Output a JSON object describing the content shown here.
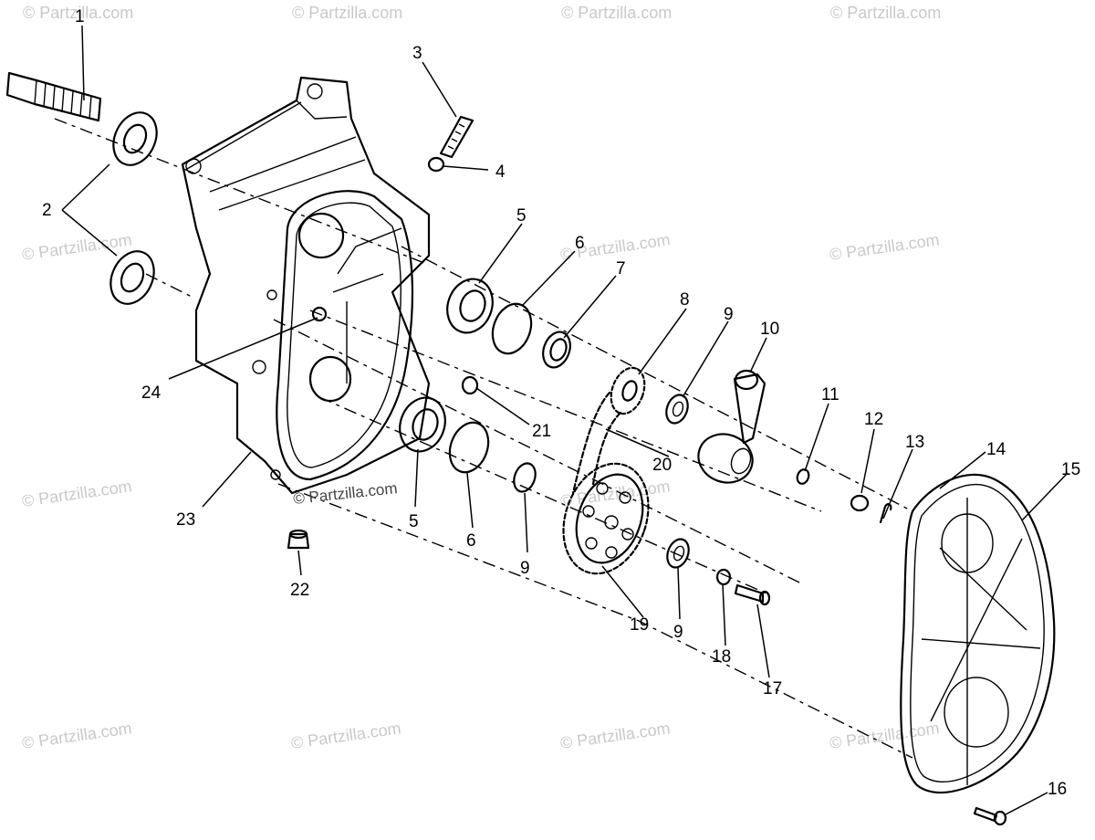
{
  "watermark": "© Partzilla.com",
  "callouts": [
    {
      "id": "c1",
      "text": "1"
    },
    {
      "id": "c2",
      "text": "2"
    },
    {
      "id": "c3",
      "text": "3"
    },
    {
      "id": "c4",
      "text": "4"
    },
    {
      "id": "c5a",
      "text": "5"
    },
    {
      "id": "c5b",
      "text": "5"
    },
    {
      "id": "c6a",
      "text": "6"
    },
    {
      "id": "c6b",
      "text": "6"
    },
    {
      "id": "c7",
      "text": "7"
    },
    {
      "id": "c8",
      "text": "8"
    },
    {
      "id": "c9a",
      "text": "9"
    },
    {
      "id": "c9b",
      "text": "9"
    },
    {
      "id": "c9c",
      "text": "9"
    },
    {
      "id": "c10",
      "text": "10"
    },
    {
      "id": "c11",
      "text": "11"
    },
    {
      "id": "c12",
      "text": "12"
    },
    {
      "id": "c13",
      "text": "13"
    },
    {
      "id": "c14",
      "text": "14"
    },
    {
      "id": "c15",
      "text": "15"
    },
    {
      "id": "c16",
      "text": "16"
    },
    {
      "id": "c17",
      "text": "17"
    },
    {
      "id": "c18",
      "text": "18"
    },
    {
      "id": "c19",
      "text": "19"
    },
    {
      "id": "c20",
      "text": "20"
    },
    {
      "id": "c21",
      "text": "21"
    },
    {
      "id": "c22",
      "text": "22"
    },
    {
      "id": "c23",
      "text": "23"
    },
    {
      "id": "c24",
      "text": "24"
    }
  ]
}
